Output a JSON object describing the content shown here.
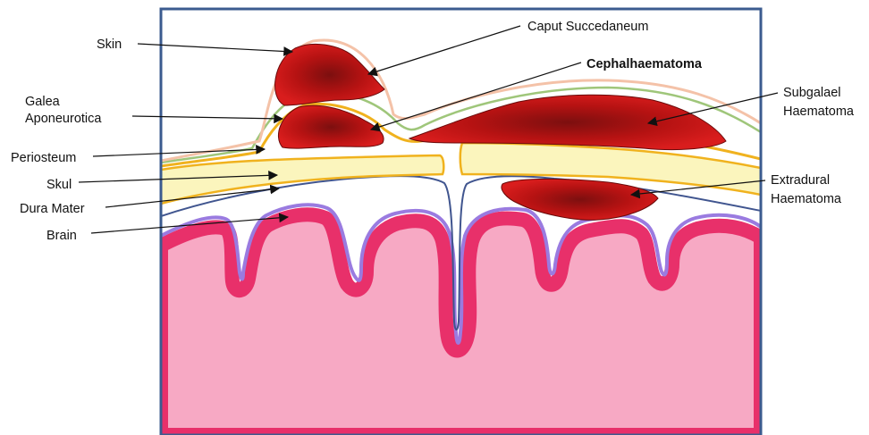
{
  "labels": {
    "skin": "Skin",
    "galea_line1": "Galea",
    "galea_line2": "Aponeurotica",
    "periosteum": "Periosteum",
    "skull": "Skul",
    "dura": "Dura Mater",
    "brain": "Brain",
    "caput": "Caput Succedaneum",
    "cephal": "Cephalhaematoma",
    "subgaleal_line1": "Subgalael",
    "subgaleal_line2": "Haematoma",
    "extradural_line1": "Extradural",
    "extradural_line2": "Haematoma"
  },
  "colors": {
    "frame": "#3b5b8f",
    "skin": "#f4c2a8",
    "galea": "#9fc67a",
    "periosteum": "#f0b21e",
    "skull_fill": "#fbf5bd",
    "dura": "#40558f",
    "cortex": "#e8306a",
    "pia": "#9a7be0",
    "brain": "#f7a9c4",
    "haematoma_dark": "#7c0f0f",
    "haematoma_light": "#d61a1a"
  }
}
